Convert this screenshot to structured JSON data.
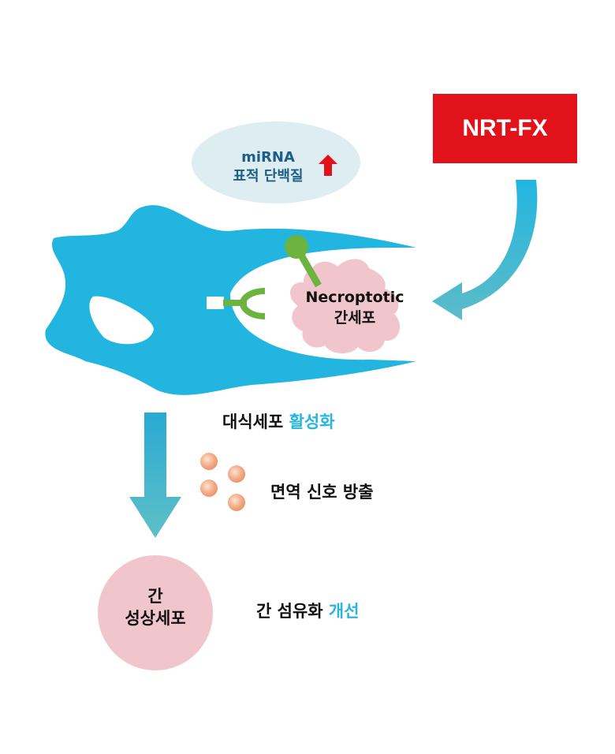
{
  "drug": {
    "label": "NRT-FX"
  },
  "mirna_bubble": {
    "line1": "miRNA",
    "line2": "표적 단백질"
  },
  "necroptotic_cell": {
    "line1": "Necroptotic",
    "line2": "간세포"
  },
  "macrophage_activation": {
    "text": "대식세포",
    "highlight": "활성화"
  },
  "immune_signal": {
    "text": "면역 신호 방출"
  },
  "stellate_cell": {
    "line1": "간",
    "line2": "성상세포"
  },
  "fibrosis": {
    "text": "간 섬유화",
    "highlight": "개선"
  },
  "colors": {
    "macrophage": "#22b5e0",
    "drug_box": "#e2121b",
    "bubble": "#deedf2",
    "hepatocyte": "#f0c6cc",
    "receptor": "#6db33f",
    "arrow": "#4fb9ce",
    "up_arrow": "#e2121b",
    "particle": "#f0a07a"
  },
  "icons": [
    "up-arrow-icon",
    "curved-arrow-icon",
    "down-arrow-icon"
  ]
}
